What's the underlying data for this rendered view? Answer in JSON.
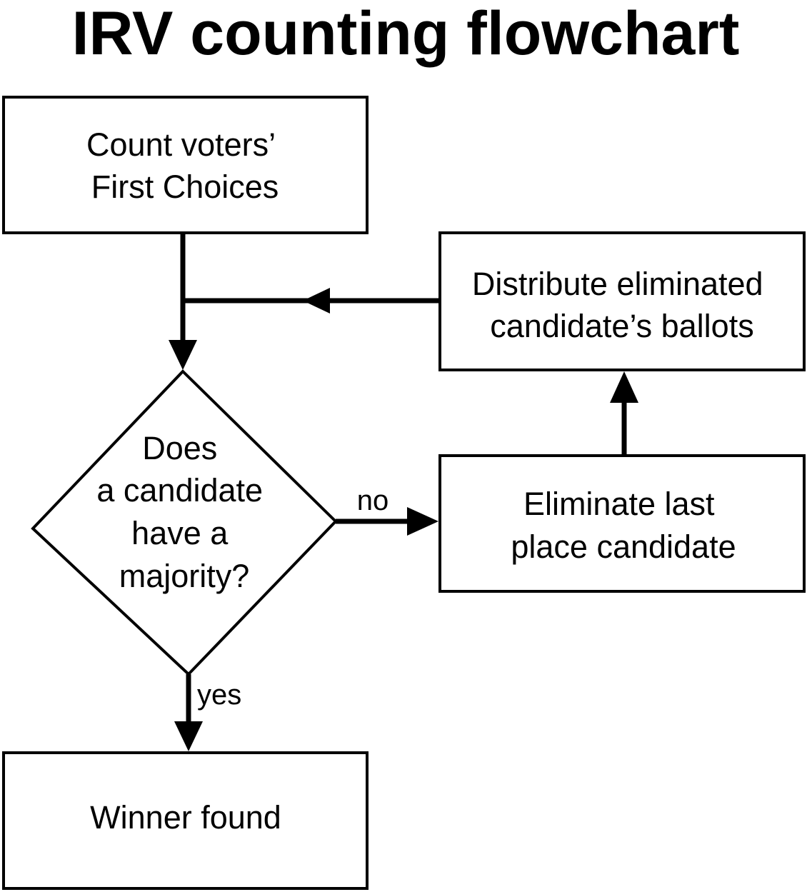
{
  "title": "IRV counting flowchart",
  "nodes": {
    "count": {
      "lines": [
        "Count voters’",
        "First Choices"
      ]
    },
    "decision": {
      "lines": [
        "Does",
        "a candidate",
        "have a",
        "majority?"
      ]
    },
    "eliminate": {
      "lines": [
        "Eliminate last",
        "place candidate"
      ]
    },
    "distribute": {
      "lines": [
        "Distribute eliminated",
        "candidate’s ballots"
      ]
    },
    "winner": {
      "lines": [
        "Winner found"
      ]
    }
  },
  "edges": {
    "no_label": "no",
    "yes_label": "yes"
  },
  "colors": {
    "stroke": "#000000",
    "background": "#ffffff"
  }
}
